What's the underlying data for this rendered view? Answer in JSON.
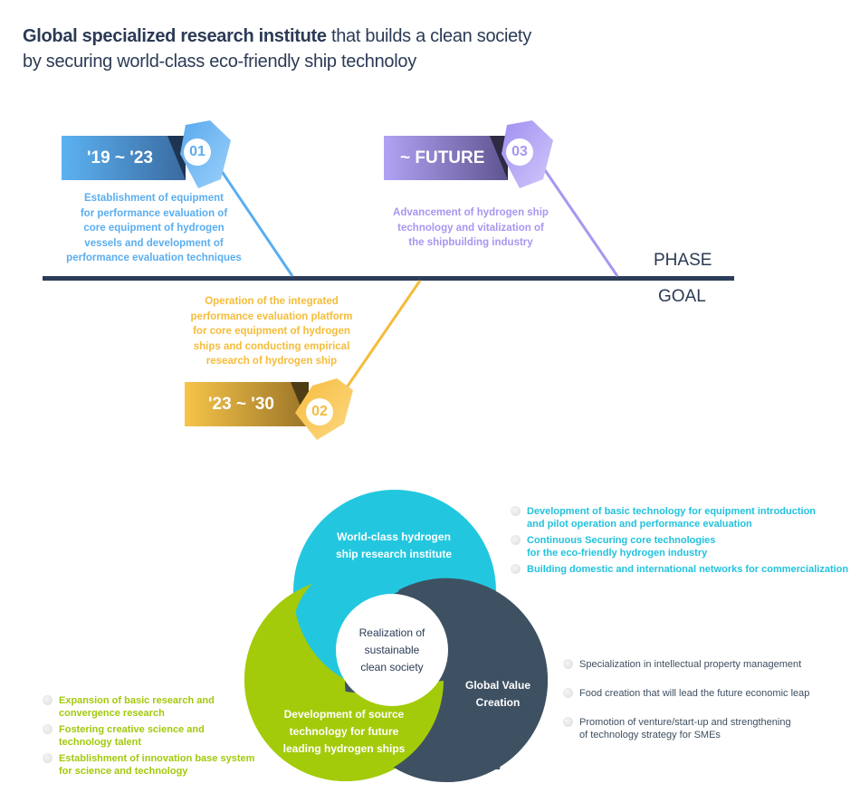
{
  "header": {
    "title_bold": "Global specialized research institute",
    "title_rest": "that builds a clean society",
    "title_line2": "by securing world-class eco-friendly ship technoloy"
  },
  "timeline": {
    "phase_label": "PHASE",
    "goal_label": "GOAL",
    "phases": [
      {
        "number": "01",
        "period": "'19 ~ '23",
        "color": "#5aaef0",
        "lines": [
          "Establishment of equipment",
          "for performance evaluation of",
          "core equipment of hydrogen",
          "vessels and development of",
          "performance evaluation techniques"
        ]
      },
      {
        "number": "02",
        "period": "'23 ~ '30",
        "color": "#f5bc3a",
        "lines": [
          "Operation of the integrated",
          "performance evaluation platform",
          "for core equipment of hydrogen",
          "ships and conducting empirical",
          "research of hydrogen ship"
        ]
      },
      {
        "number": "03",
        "period": "~ FUTURE",
        "color": "#a996f0",
        "lines": [
          "Advancement of hydrogen ship",
          "technology and vitalization of",
          "the shipbuilding industry"
        ]
      }
    ]
  },
  "cycle": {
    "center": [
      "Realization of",
      "sustainable",
      "clean society"
    ],
    "segments": [
      {
        "name": "research-institute",
        "color": "#22c7df",
        "label": [
          "World-class hydrogen",
          "ship research institute"
        ],
        "bullets": [
          [
            "Development of basic technology for equipment introduction",
            "and pilot operation and performance evaluation"
          ],
          [
            "Continuous Securing core technologies",
            "for the eco-friendly hydrogen industry"
          ],
          [
            "Building domestic and international networks for commercialization"
          ]
        ]
      },
      {
        "name": "global-value",
        "color": "#3e5163",
        "label": [
          "Global Value",
          "Creation"
        ],
        "bullets": [
          [
            "Specialization in intellectual property management"
          ],
          [
            "Food creation that will lead the future economic leap"
          ],
          [
            "Promotion of venture/start-up and strengthening",
            "of technology strategy for SMEs"
          ]
        ]
      },
      {
        "name": "source-technology",
        "color": "#a3cb0a",
        "label": [
          "Development of source",
          "technology for future",
          "leading hydrogen ships"
        ],
        "bullets": [
          [
            "Expansion of basic research and",
            "convergence research"
          ],
          [
            "Fostering creative science and",
            "technology talent"
          ],
          [
            "Establishment of innovation base system",
            "for science and technology"
          ]
        ]
      }
    ]
  }
}
